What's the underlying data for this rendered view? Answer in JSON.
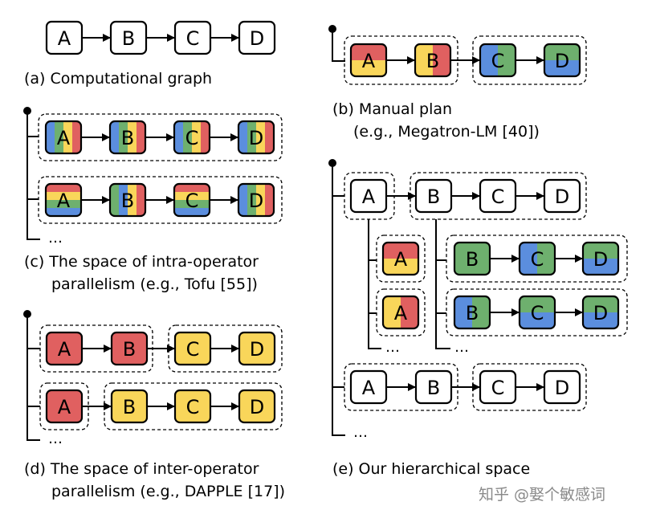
{
  "colors": {
    "red": "#e06060",
    "yellow": "#f9d65a",
    "green": "#6eb06e",
    "blue": "#5b8ede",
    "white": "#ffffff"
  },
  "labels": {
    "A": "A",
    "B": "B",
    "C": "C",
    "D": "D",
    "ellipsis": "…",
    "a": "(a) Computational graph",
    "b1": "(b) Manual plan",
    "b2": "(e.g., Megatron-LM [40])",
    "c1": "(c) The space of intra-operator",
    "c2": "parallelism (e.g., Tofu [55])",
    "d1": "(d) The space of inter-operator",
    "d2": "parallelism (e.g., DAPPLE [17])",
    "e": "(e) Our hierarchical space",
    "watermark": "知乎 @娶个敏感词"
  }
}
